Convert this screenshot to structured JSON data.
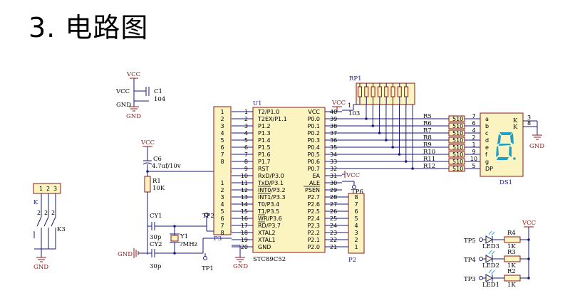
{
  "heading": "3. 电路图",
  "power": {
    "vcc": "VCC",
    "gnd": "GND"
  },
  "c1": {
    "ref": "C1",
    "value": "104"
  },
  "c6": {
    "ref": "C6",
    "value": "4.7uf/10v"
  },
  "r1": {
    "ref": "R1",
    "value": "10K"
  },
  "cy1": {
    "ref": "CY1",
    "value": "30p"
  },
  "cy2": {
    "ref": "CY2",
    "value": "30p"
  },
  "y1": {
    "ref": "Y1",
    "value": "?MHz"
  },
  "tp1": "TP1",
  "tp2": "TP2",
  "tp6": "TP6",
  "p3": {
    "ref": "P3",
    "pins_top": [
      "1",
      "2",
      "3",
      "4",
      "5",
      "6",
      "7",
      "8"
    ],
    "pins_bottom": [
      "1",
      "2",
      "3",
      "4",
      "5",
      "6",
      "7",
      "8"
    ]
  },
  "p2": {
    "ref": "P2",
    "pins": [
      "8",
      "7",
      "6",
      "5",
      "4",
      "3",
      "2",
      "1"
    ]
  },
  "u1": {
    "ref": "U1",
    "part": "STC89C52",
    "left_names": [
      "T2/P1.0",
      "T2EX/P1.1",
      "P1.2",
      "P1.3",
      "P1.4",
      "P1.5",
      "P1.6",
      "P1.7",
      "RST",
      "RxD/P3.0",
      "TxD/P3.1",
      "INT0/P3.2",
      "INT1/P3.3",
      "T0/P3.4",
      "T1/P3.5",
      "WR/P3.6",
      "RD/P3.7",
      "XTAL2",
      "XTAL1",
      "GND"
    ],
    "left_nums": [
      "1",
      "2",
      "3",
      "4",
      "5",
      "6",
      "7",
      "8",
      "9",
      "10",
      "11",
      "12",
      "13",
      "14",
      "15",
      "16",
      "17",
      "18",
      "19",
      "20"
    ],
    "right_names": [
      "VCC",
      "P0.0",
      "P0.1",
      "P0.2",
      "P0.3",
      "P0.4",
      "P0.5",
      "P0.6",
      "P0.7",
      "EA",
      "ALE",
      "PSEN",
      "P2.7",
      "P2.6",
      "P2.5",
      "P2.4",
      "P2.3",
      "P2.2",
      "P2.1",
      "P2.0"
    ],
    "right_nums": [
      "40",
      "39",
      "38",
      "37",
      "36",
      "35",
      "34",
      "33",
      "32",
      "31",
      "30",
      "29",
      "28",
      "27",
      "26",
      "25",
      "24",
      "23",
      "22",
      "21"
    ]
  },
  "rp1": {
    "ref": "RP1",
    "value": "103",
    "pin": "1"
  },
  "seg_resistors": [
    {
      "ref": "R5",
      "value": "510",
      "pin": "7",
      "seg": "a"
    },
    {
      "ref": "R6",
      "value": "510",
      "pin": "6",
      "seg": "b"
    },
    {
      "ref": "R7",
      "value": "510",
      "pin": "4",
      "seg": "c"
    },
    {
      "ref": "R8",
      "value": "510",
      "pin": "2",
      "seg": "d"
    },
    {
      "ref": "R9",
      "value": "510",
      "pin": "1",
      "seg": "e"
    },
    {
      "ref": "R10",
      "value": "510",
      "pin": "9",
      "seg": "f"
    },
    {
      "ref": "R11",
      "value": "510",
      "pin": "10",
      "seg": "g"
    },
    {
      "ref": "R12",
      "value": "510",
      "pin": "5",
      "seg": "DP"
    }
  ],
  "ds1": {
    "ref": "DS1",
    "k1": "K",
    "k2": "K",
    "kpin1": "3",
    "kpin2": "8"
  },
  "keys": {
    "ref": "K",
    "label": "K3",
    "pins": [
      "1",
      "2",
      "3"
    ],
    "sub": [
      "2",
      "2",
      "2"
    ]
  },
  "leds": [
    {
      "tp": "TP5",
      "led": "LED3",
      "res": "R4",
      "value": "1K"
    },
    {
      "tp": "TP4",
      "led": "LED2",
      "res": "R3",
      "value": "1K"
    },
    {
      "tp": "TP3",
      "led": "LED1",
      "res": "R2",
      "value": "1K"
    }
  ]
}
